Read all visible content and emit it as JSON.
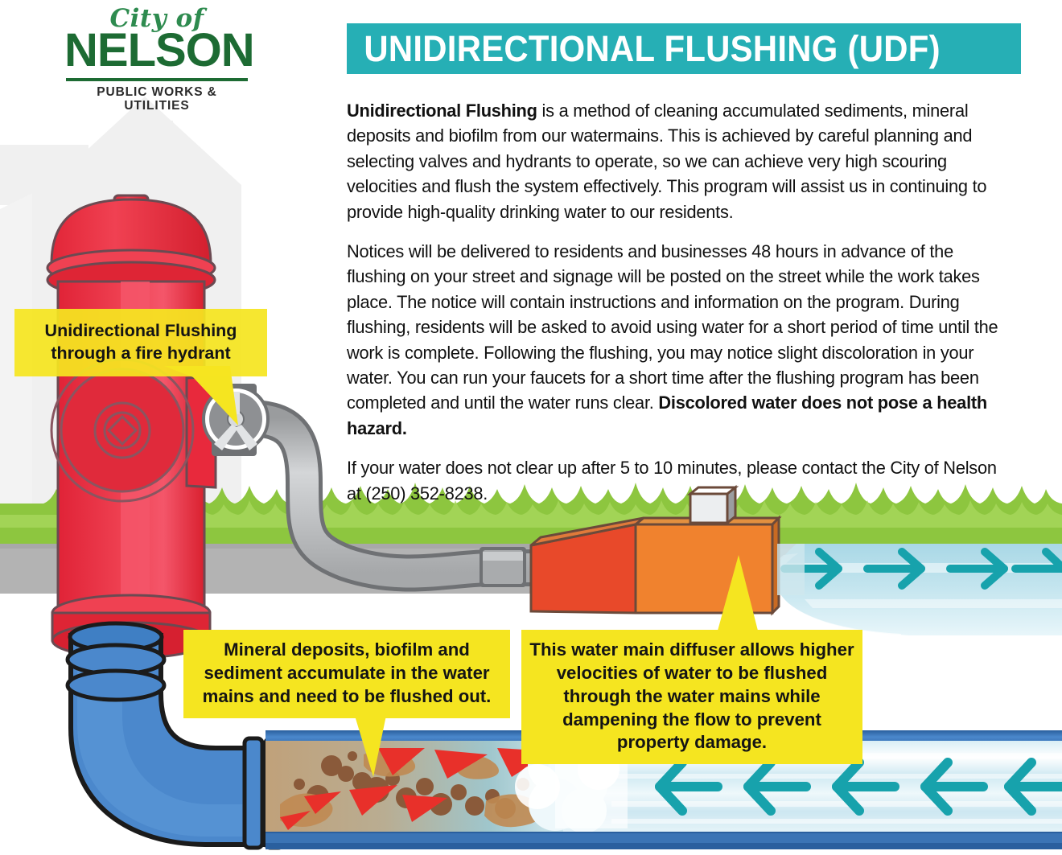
{
  "logo": {
    "script_line": "City of",
    "name": "NELSON",
    "department": "PUBLIC WORKS & UTILITIES",
    "green_dark": "#1d6b33",
    "green_script": "#2e8b4f"
  },
  "header": {
    "title": "UNIDIRECTIONAL FLUSHING (UDF)",
    "background_color": "#26afb5",
    "text_color": "#ffffff"
  },
  "body": {
    "paragraph1_lead": "Unidirectional Flushing",
    "paragraph1_rest": " is a method of cleaning accumulated sediments, mineral deposits and biofilm from our watermains.  This is achieved by careful planning and selecting valves and hydrants to operate, so we can achieve very high scouring velocities and flush the system effectively. This program will assist us in continuing to provide high-quality drinking water to our residents.",
    "paragraph2_main": "Notices will be delivered to residents and businesses 48 hours in advance of the flushing on your street and signage will be posted on the street while the work takes place.  The notice will contain instructions and information on the program. During flushing, residents will be asked to avoid using water for a short period of time until the work is complete. Following the flushing, you may notice slight discoloration in your water.  You can run your faucets for a short time after the flushing program has been completed and until the water runs clear. ",
    "paragraph2_bold": "Discolored water does not pose a health hazard.",
    "paragraph3": "If your water does not clear up after 5 to 10 minutes, please contact the City of Nelson at (250) 352-8238."
  },
  "callouts": {
    "hydrant": "Unidirectional Flushing through a fire hydrant",
    "sediment": "Mineral deposits, biofilm and sediment accumulate in the water mains and need to be flushed out.",
    "diffuser": "This water main diffuser allows higher velocities of water to be flushed through the water mains while dampening the flow to prevent property damage.",
    "background_color": "#f5e520",
    "text_color": "#141414"
  },
  "illustration": {
    "hydrant_color": "#e8283c",
    "hydrant_color_light": "#f04152",
    "pipe_color": "#3f7fc4",
    "pipe_color_light": "#5b97d6",
    "hose_color": "#b9bbbd",
    "diffuser_color": "#f07c2a",
    "diffuser_color_dark": "#e8492a",
    "grass_color": "#8dc63f",
    "road_color": "#b3b3b3",
    "water_color": "#b7dfe8",
    "arrow_color": "#17a2ac",
    "sediment_color": "#8a5a3a",
    "house_color": "#f0f0f0",
    "arrows_above_ground_count": 4,
    "arrows_in_pipe_count": 5
  }
}
